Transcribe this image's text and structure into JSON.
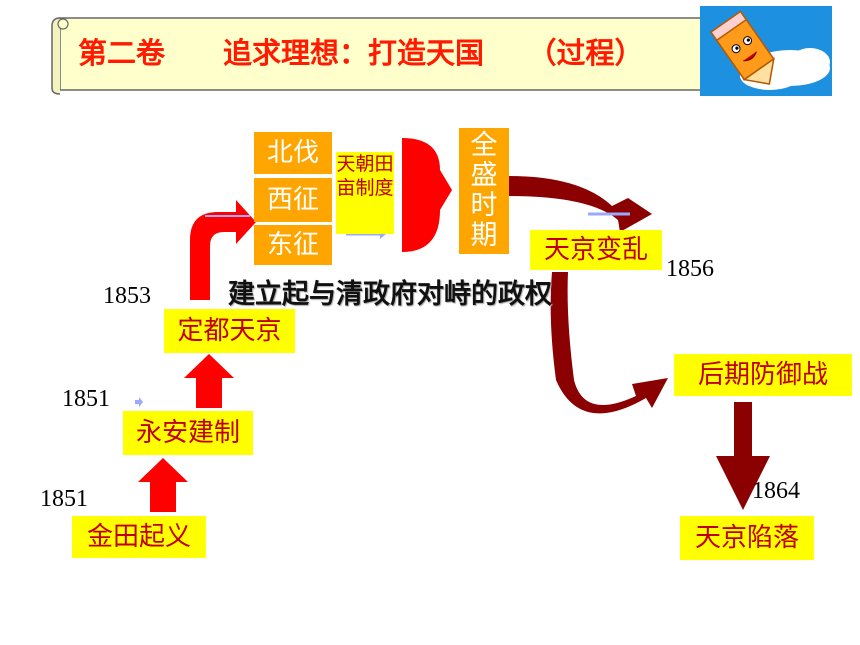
{
  "banner": {
    "title": "第二卷　　追求理想：打造天国　　（过程）"
  },
  "steps": {
    "jintian": "金田起义",
    "yongan": "永安建制",
    "dingdu": "定都天京",
    "beifa": "北伐",
    "xizheng": "西征",
    "dongzheng": "东征",
    "tianchao": "天朝田亩制度",
    "quansheng": "全盛时期",
    "biànluan": "天京变乱",
    "houqi": "后期防御战",
    "xianluo": "天京陷落"
  },
  "years": {
    "y1851a": "1851",
    "y1851b": "1851",
    "y1853": "1853",
    "y1856": "1856",
    "y1864": "1864"
  },
  "regime": "建立起与清政府对峙的政权",
  "colors": {
    "red": "#ff0000",
    "darkred": "#8b0000",
    "yellow": "#ffff00",
    "orange": "#ffa500",
    "title": "#ff1a00"
  }
}
